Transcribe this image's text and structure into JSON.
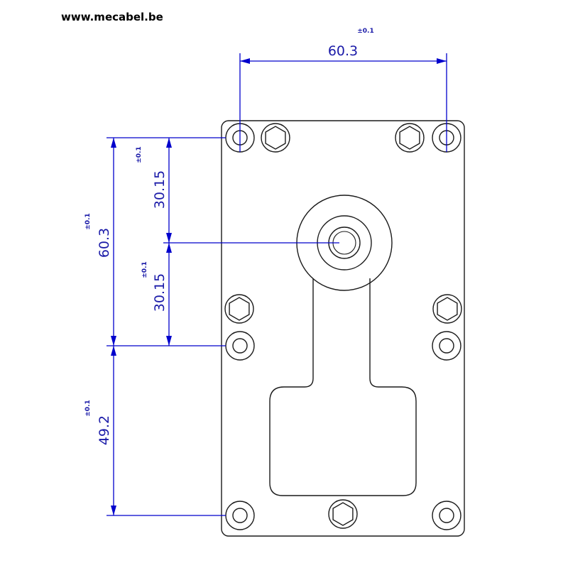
{
  "header": {
    "website": "www.mecabel.be"
  },
  "colors": {
    "dimension": "#0000cc",
    "outline": "#1a1a1a"
  },
  "dimensions": {
    "top_width": {
      "value": "60.3",
      "tolerance": "±0.1"
    },
    "left_height": {
      "value": "60.3",
      "tolerance": "±0.1"
    },
    "upper_half": {
      "value": "30.15",
      "tolerance": "±0.1"
    },
    "lower_half": {
      "value": "30.15",
      "tolerance": "±0.1"
    },
    "bottom_height": {
      "value": "49.2",
      "tolerance": "±0.1"
    }
  }
}
